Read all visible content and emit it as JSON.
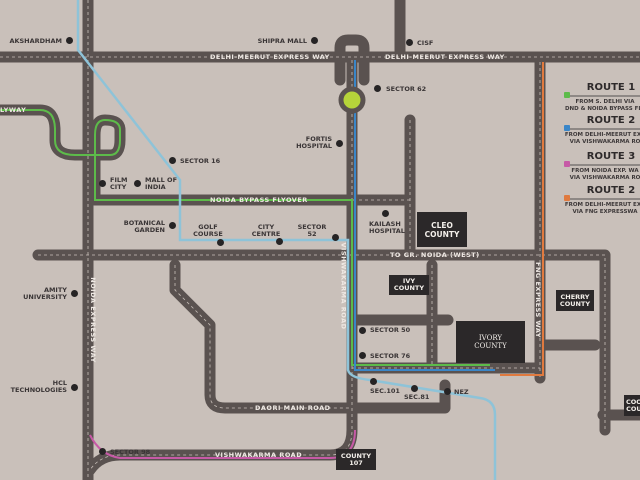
{
  "roads": {
    "delhi_meerut_left": "DELHI-MEERUT EXPRESS WAY",
    "delhi_meerut_right": "DELHI-MEERUT EXPRESS WAY",
    "flyway": "LYWAY",
    "noida_bypass": "NOIDA BYPASS FLYOVER",
    "to_gr_noida": "TO GR. NOIDA (WEST)",
    "vishwakarma_vertical": "VISHWAKARMA ROAD",
    "noida_expressway": "NOIDA EXPRESS WAY",
    "fng_expressway": "FNG EXPRESS WAY",
    "daori_main_road": "DAORI MAIN ROAD",
    "vishwakarma_bottom": "VISHWAKARMA ROAD"
  },
  "places": {
    "akshardham": "AKSHARDHAM",
    "shipra_mall": "SHIPRA MALL",
    "cisf": "CISF",
    "sector_62": "SECTOR 62",
    "fortis": "FORTIS\nHOSPITAL",
    "sector_16": "SECTOR 16",
    "film_city": "FILM\nCITY",
    "mall_of_india": "MALL OF\nINDIA",
    "botanical_garden": "BOTANICAL\nGARDEN",
    "golf_course": "GOLF\nCOURSE",
    "city_centre": "CITY\nCENTRE",
    "sector_52": "SECTOR\n52",
    "kailash": "KAILASH\nHOSPITAL",
    "amity": "AMITY\nUNIVERSITY",
    "hcl": "HCL\nTECHNOLOGIES",
    "sector_50": "SECTOR 50",
    "sector_76": "SECTOR 76",
    "sec_101": "SEC.101",
    "sec_81": "SEC.81",
    "nez": "NEZ",
    "sector_98": "SECTOR 98"
  },
  "projects": {
    "cleo": "CLEO\nCOUNTY",
    "ivy": "IVY\nCOUNTY",
    "cherry": "CHERRY\nCOUNTY",
    "ivory": "IVORY\nCOUNTY",
    "county_107": "COUNTY\n107",
    "coo": "COO\nCOU"
  },
  "legend": [
    {
      "title": "ROUTE 1",
      "desc": "FROM S. DELHI VIA\nDND & NOIDA BYPASS FLY",
      "color": "#5dbb4a"
    },
    {
      "title": "ROUTE 2",
      "desc": "FROM DELHI-MEERUT EXP\nVIA VISHWAKARMA RO",
      "color": "#3a86c8"
    },
    {
      "title": "ROUTE 3",
      "desc": "FROM NOIDA EXP. WA\nVIA VISHWAKARMA RO",
      "color": "#c65aa6"
    },
    {
      "title": "ROUTE 2",
      "desc": "FROM DELHI-MEERUT EXP\nVIA FNG EXPRESSWA",
      "color": "#e07a3f"
    }
  ],
  "colors": {
    "background": "#c9c0ba",
    "road": "#5a5250",
    "metro": "#8ec3d8",
    "roundabout": "#b6d43a"
  }
}
